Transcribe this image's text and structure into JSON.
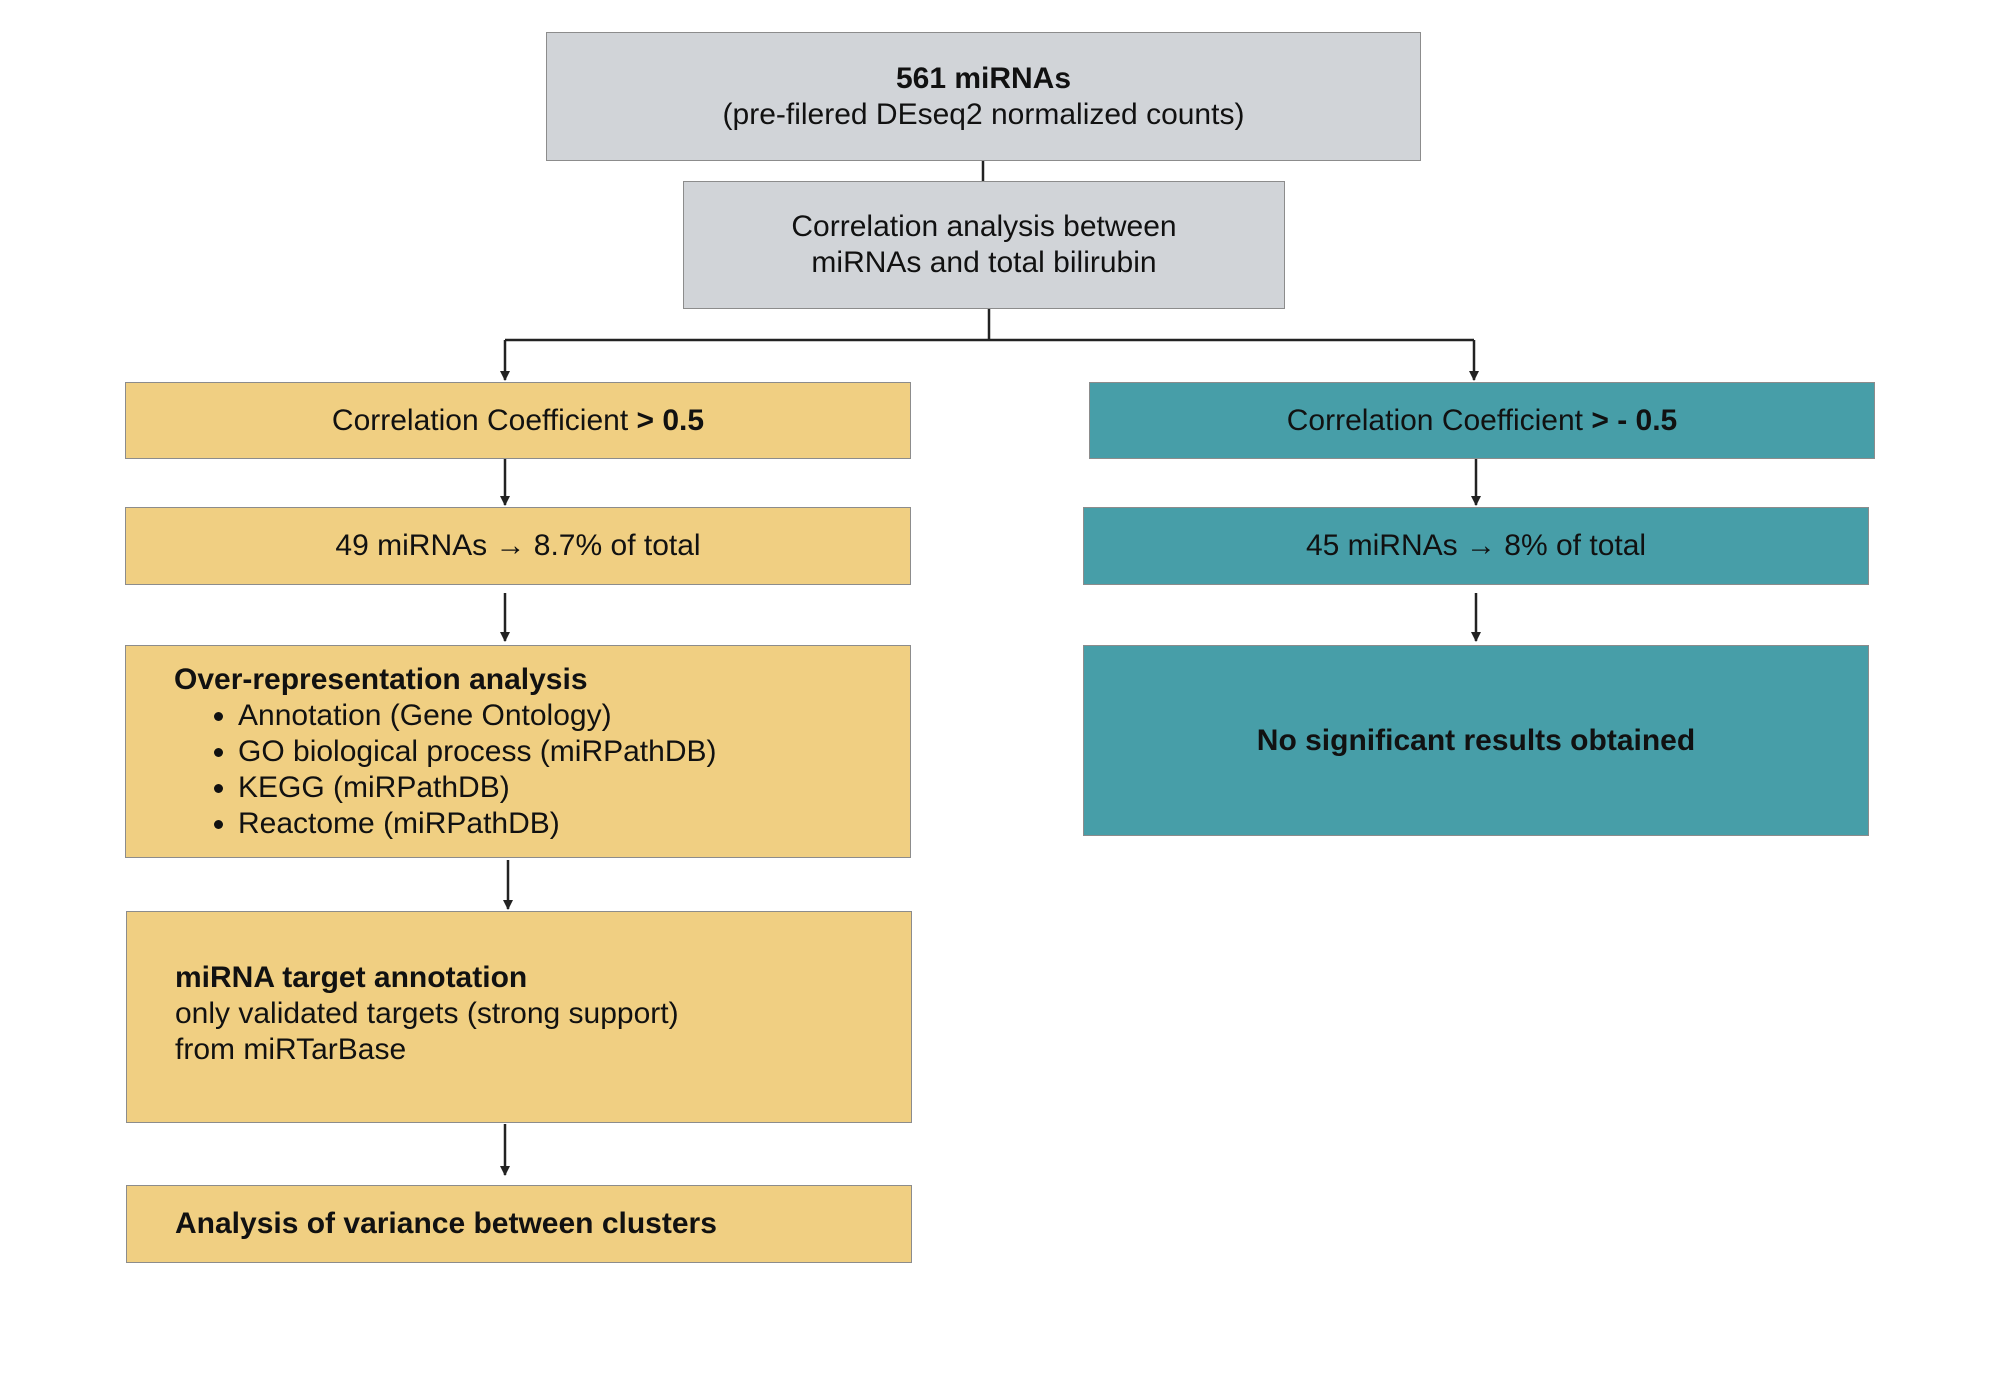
{
  "diagram": {
    "top_box": {
      "title": "561 miRNAs",
      "subtitle": "(pre-filered DEseq2 normalized counts)"
    },
    "correlation_box": {
      "line1": "Correlation analysis between",
      "line2": "miRNAs and total bilirubin"
    },
    "left_branch": {
      "criterion_label": "Correlation Coefficient",
      "criterion_value": "> 0.5",
      "count": "49 miRNAs → 8.7% of total",
      "ora": {
        "title": "Over-representation analysis",
        "items": [
          "Annotation (Gene Ontology)",
          "GO biological process (miRPathDB)",
          "KEGG (miRPathDB)",
          "Reactome (miRPathDB)"
        ]
      },
      "target_annotation": {
        "title": "miRNA target annotation",
        "line1": "only validated targets (strong support)",
        "line2": "from miRTarBase"
      },
      "variance": "Analysis of variance between clusters"
    },
    "right_branch": {
      "criterion_label": "Correlation Coefficient",
      "criterion_value": "> - 0.5",
      "count": "45 miRNAs → 8% of total",
      "result": "No significant results obtained"
    },
    "colors": {
      "gray_box": "#d1d4d8",
      "yellow_box": "#f0cf82",
      "teal_box": "#479ea8",
      "connector": "#222222"
    }
  }
}
